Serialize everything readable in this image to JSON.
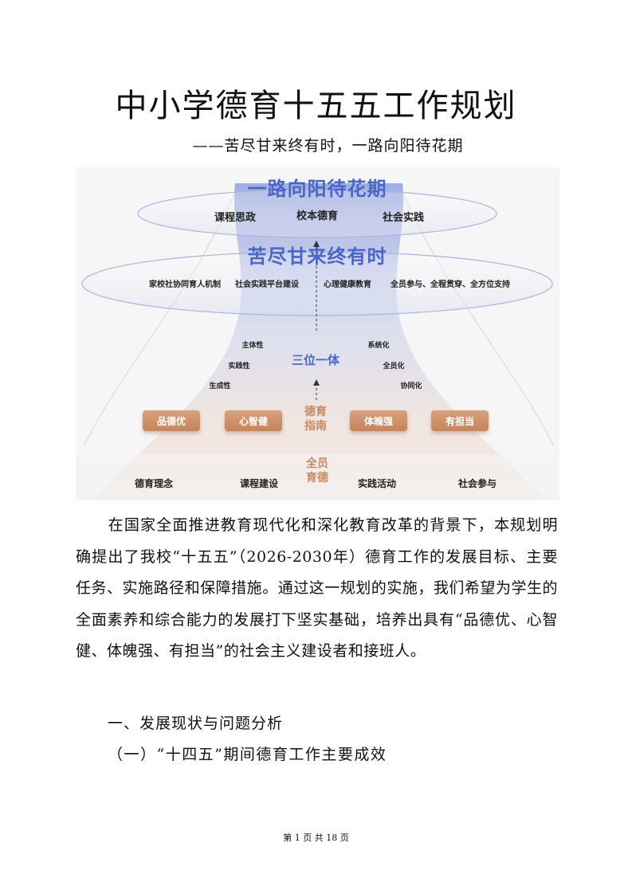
{
  "document": {
    "title": "中小学德育十五五工作规划",
    "subtitle": "——苦尽甘来终有时，一路向阳待花期",
    "paragraph": "在国家全面推进教育现代化和深化教育改革的背景下，本规划明确提出了我校“十五五”（2026-2030年）德育工作的发展目标、主要任务、实施路径和保障措施。通过这一规划的实施，我们希望为学生的全面素养和综合能力的发展打下坚实基础，培养出具有“品德优、心智健、体魄强、有担当”的社会主义建设者和接班人。",
    "heading1": "一、发展现状与问题分析",
    "heading2": "（一）“十四五”期间德育工作主要成效",
    "footer": "第 1 页 共 18 页"
  },
  "diagram": {
    "top_title": "一路向阳待花期",
    "top_items": [
      "课程思政",
      "校本德育",
      "社会实践"
    ],
    "mid_title": "苦尽甘来终有时",
    "mid_items": [
      "家校社协同育人机制",
      "社会实践平台建设",
      "心理健康教育",
      "全员参与、全程贯穿、全方位支持"
    ],
    "trinity": "三位一体",
    "left_traits": [
      "主体性",
      "实践性",
      "生成性"
    ],
    "right_traits": [
      "系统化",
      "全员化",
      "协同化"
    ],
    "pills": [
      "品德优",
      "心智健",
      "体魄强",
      "有担当"
    ],
    "guide": "德育指南",
    "guide_lines": [
      "德育",
      "指南"
    ],
    "base": [
      "德育理念",
      "课程建设",
      "实践活动",
      "社会参与"
    ],
    "base_center_lines": [
      "全员",
      "育德"
    ],
    "colors": {
      "blue": "#4a66c6",
      "orange": "#c78a62"
    }
  }
}
